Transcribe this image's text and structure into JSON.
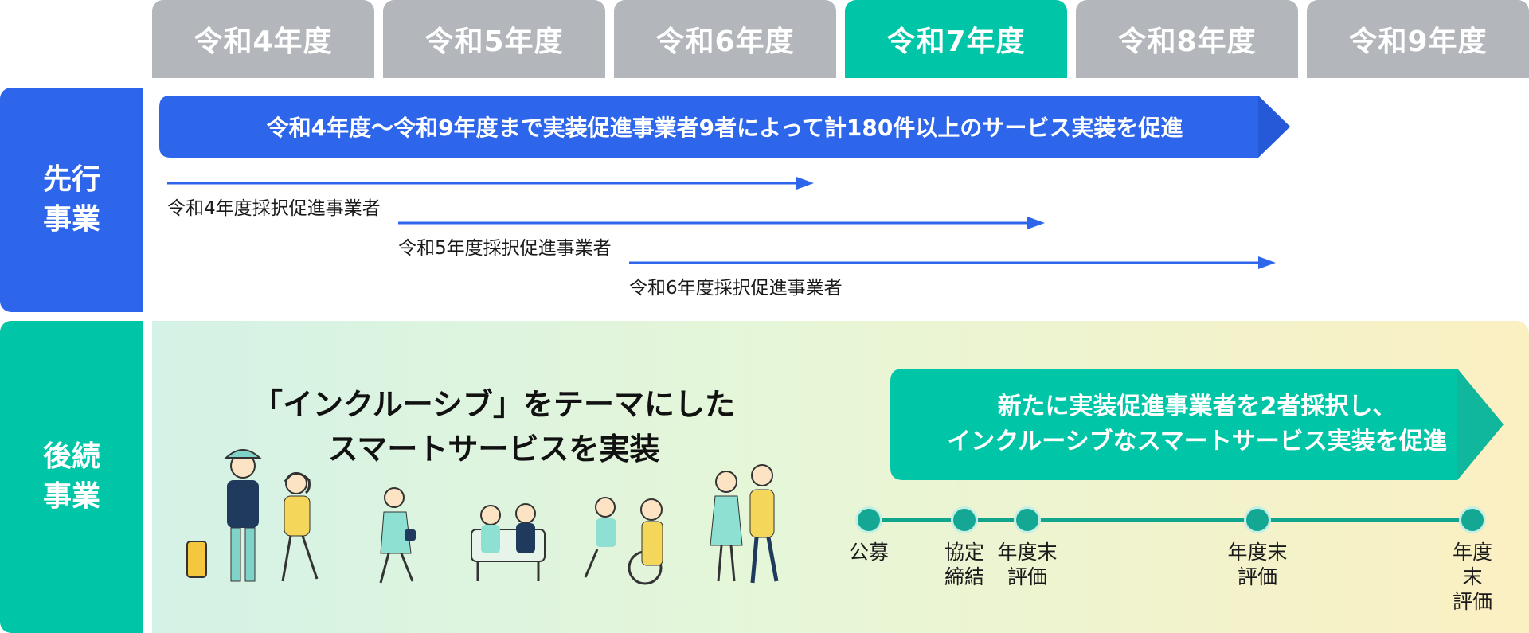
{
  "years": [
    {
      "label": "令和4年度",
      "active": false
    },
    {
      "label": "令和5年度",
      "active": false
    },
    {
      "label": "令和6年度",
      "active": false
    },
    {
      "label": "令和7年度",
      "active": true
    },
    {
      "label": "令和8年度",
      "active": false
    },
    {
      "label": "令和9年度",
      "active": false
    }
  ],
  "prior": {
    "label_line1": "先行",
    "label_line2": "事業",
    "summary": "令和4年度〜令和9年度まで実装促進事業者9者によって計180件以上のサービス実装を促進",
    "vendors": [
      {
        "label": "令和4年度採択促進事業者"
      },
      {
        "label": "令和5年度採択促進事業者"
      },
      {
        "label": "令和6年度採択促進事業者"
      }
    ]
  },
  "follow": {
    "label_line1": "後続",
    "label_line2": "事業",
    "theme_line1": "「インクルーシブ」をテーマにした",
    "theme_line2": "スマートサービスを実装",
    "callout_line1": "新たに実装促進事業者を2者採択し、",
    "callout_line2": "インクルーシブなスマートサービス実装を促進",
    "milestones": [
      {
        "label": "公募"
      },
      {
        "label": "協定\n締結"
      },
      {
        "label": "年度末\n評価"
      },
      {
        "label": "年度末\n評価"
      },
      {
        "label": "年度末\n評価"
      }
    ]
  },
  "colors": {
    "blue": "#2d66eb",
    "teal": "#00c6a7",
    "gray_tab": "#b3b7bb",
    "timeline": "#14a793"
  }
}
